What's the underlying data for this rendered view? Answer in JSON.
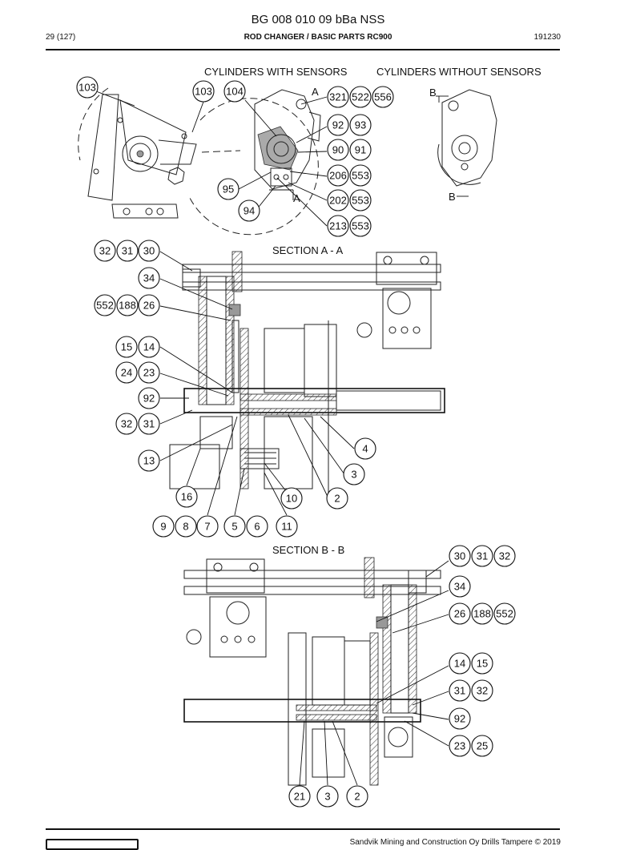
{
  "header": {
    "doc_title": "BG 008 010 09 bBa NSS",
    "page": "29 (127)",
    "section": "ROD CHANGER / BASIC PARTS RC900",
    "date": "191230"
  },
  "views": {
    "with_sensors": "CYLINDERS WITH SENSORS",
    "without_sensors": "CYLINDERS WITHOUT SENSORS",
    "section_aa": "SECTION A - A",
    "section_bb": "SECTION B - B",
    "marker_a": "A",
    "marker_b": "B"
  },
  "callouts": {
    "top": [
      {
        "id": "c103a",
        "text": "103"
      },
      {
        "id": "c103b",
        "text": "103"
      },
      {
        "id": "c104",
        "text": "104"
      },
      {
        "id": "c321",
        "text": "321"
      },
      {
        "id": "c522",
        "text": "522"
      },
      {
        "id": "c556",
        "text": "556"
      },
      {
        "id": "c92t",
        "text": "92"
      },
      {
        "id": "c93",
        "text": "93"
      },
      {
        "id": "c90",
        "text": "90"
      },
      {
        "id": "c91",
        "text": "91"
      },
      {
        "id": "c206",
        "text": "206"
      },
      {
        "id": "c553a",
        "text": "553"
      },
      {
        "id": "c95",
        "text": "95"
      },
      {
        "id": "c202",
        "text": "202"
      },
      {
        "id": "c553b",
        "text": "553"
      },
      {
        "id": "c94",
        "text": "94"
      },
      {
        "id": "c213",
        "text": "213"
      },
      {
        "id": "c553c",
        "text": "553"
      }
    ],
    "section_aa": [
      {
        "id": "a32",
        "text": "32"
      },
      {
        "id": "a31",
        "text": "31"
      },
      {
        "id": "a30",
        "text": "30"
      },
      {
        "id": "a34",
        "text": "34"
      },
      {
        "id": "a552",
        "text": "552"
      },
      {
        "id": "a188",
        "text": "188"
      },
      {
        "id": "a26",
        "text": "26"
      },
      {
        "id": "a15",
        "text": "15"
      },
      {
        "id": "a14",
        "text": "14"
      },
      {
        "id": "a24",
        "text": "24"
      },
      {
        "id": "a23",
        "text": "23"
      },
      {
        "id": "a92",
        "text": "92"
      },
      {
        "id": "a32b",
        "text": "32"
      },
      {
        "id": "a31b",
        "text": "31"
      },
      {
        "id": "a4",
        "text": "4"
      },
      {
        "id": "a13",
        "text": "13"
      },
      {
        "id": "a3",
        "text": "3"
      },
      {
        "id": "a16",
        "text": "16"
      },
      {
        "id": "a10",
        "text": "10"
      },
      {
        "id": "a2",
        "text": "2"
      },
      {
        "id": "a9",
        "text": "9"
      },
      {
        "id": "a8",
        "text": "8"
      },
      {
        "id": "a7",
        "text": "7"
      },
      {
        "id": "a5",
        "text": "5"
      },
      {
        "id": "a6",
        "text": "6"
      },
      {
        "id": "a11",
        "text": "11"
      }
    ],
    "section_bb": [
      {
        "id": "b30",
        "text": "30"
      },
      {
        "id": "b31",
        "text": "31"
      },
      {
        "id": "b32",
        "text": "32"
      },
      {
        "id": "b34",
        "text": "34"
      },
      {
        "id": "b26",
        "text": "26"
      },
      {
        "id": "b188",
        "text": "188"
      },
      {
        "id": "b552",
        "text": "552"
      },
      {
        "id": "b14",
        "text": "14"
      },
      {
        "id": "b15",
        "text": "15"
      },
      {
        "id": "b31b",
        "text": "31"
      },
      {
        "id": "b32b",
        "text": "32"
      },
      {
        "id": "b92",
        "text": "92"
      },
      {
        "id": "b23",
        "text": "23"
      },
      {
        "id": "b25",
        "text": "25"
      },
      {
        "id": "b21",
        "text": "21"
      },
      {
        "id": "b3",
        "text": "3"
      },
      {
        "id": "b2",
        "text": "2"
      }
    ]
  },
  "footer": {
    "copyright": "Sandvik Mining and Construction Oy Drills Tampere © 2019"
  }
}
